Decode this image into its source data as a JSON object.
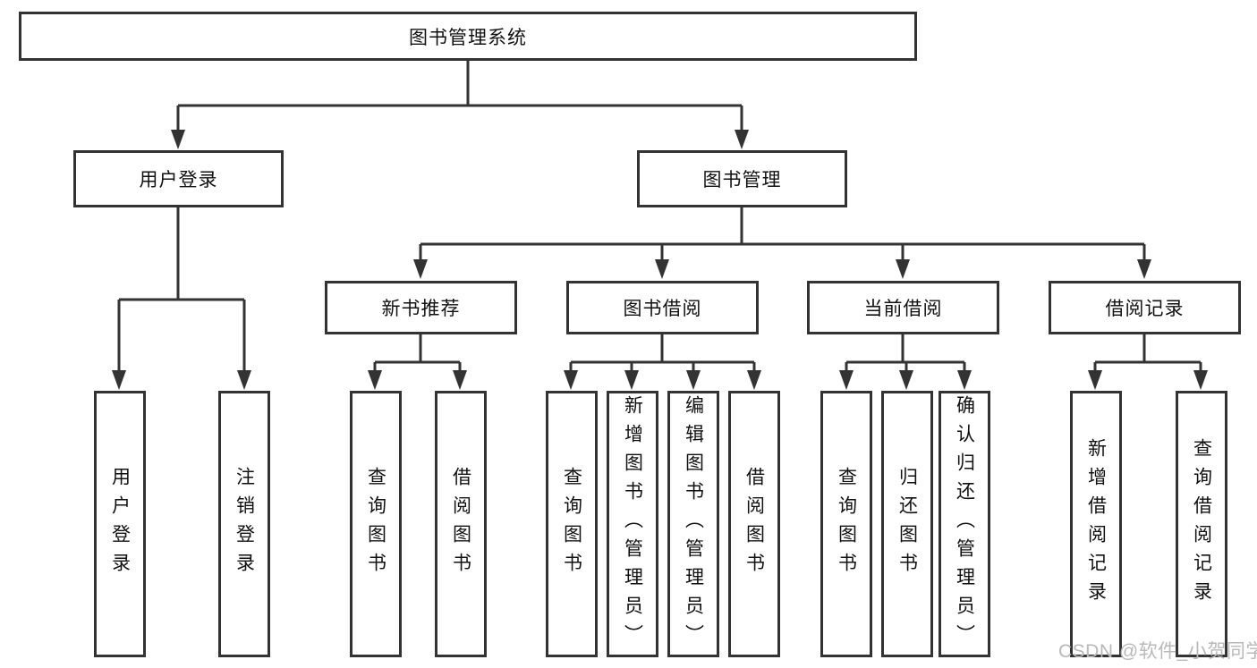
{
  "diagram": {
    "root": {
      "label": "图书管理系统"
    },
    "level2": [
      {
        "label": "用户登录"
      },
      {
        "label": "图书管理"
      }
    ],
    "level3": [
      {
        "label": "新书推荐"
      },
      {
        "label": "图书借阅"
      },
      {
        "label": "当前借阅"
      },
      {
        "label": "借阅记录"
      }
    ],
    "leaves": [
      {
        "label": "用户登录"
      },
      {
        "label": "注销登录"
      },
      {
        "label": "查询图书"
      },
      {
        "label": "借阅图书"
      },
      {
        "label": "查询图书"
      },
      {
        "label": "新增图书（管理员）"
      },
      {
        "label": "编辑图书（管理员）"
      },
      {
        "label": "借阅图书"
      },
      {
        "label": "查询图书"
      },
      {
        "label": "归还图书"
      },
      {
        "label": "确认归还（管理员）"
      },
      {
        "label": "新增借阅记录"
      },
      {
        "label": "查询借阅记录"
      }
    ]
  },
  "watermark": {
    "text": "CSDN @软件_小贺同学"
  },
  "colors": {
    "line": "#333333",
    "text": "#111111",
    "watermark": "#b9b9b9"
  }
}
